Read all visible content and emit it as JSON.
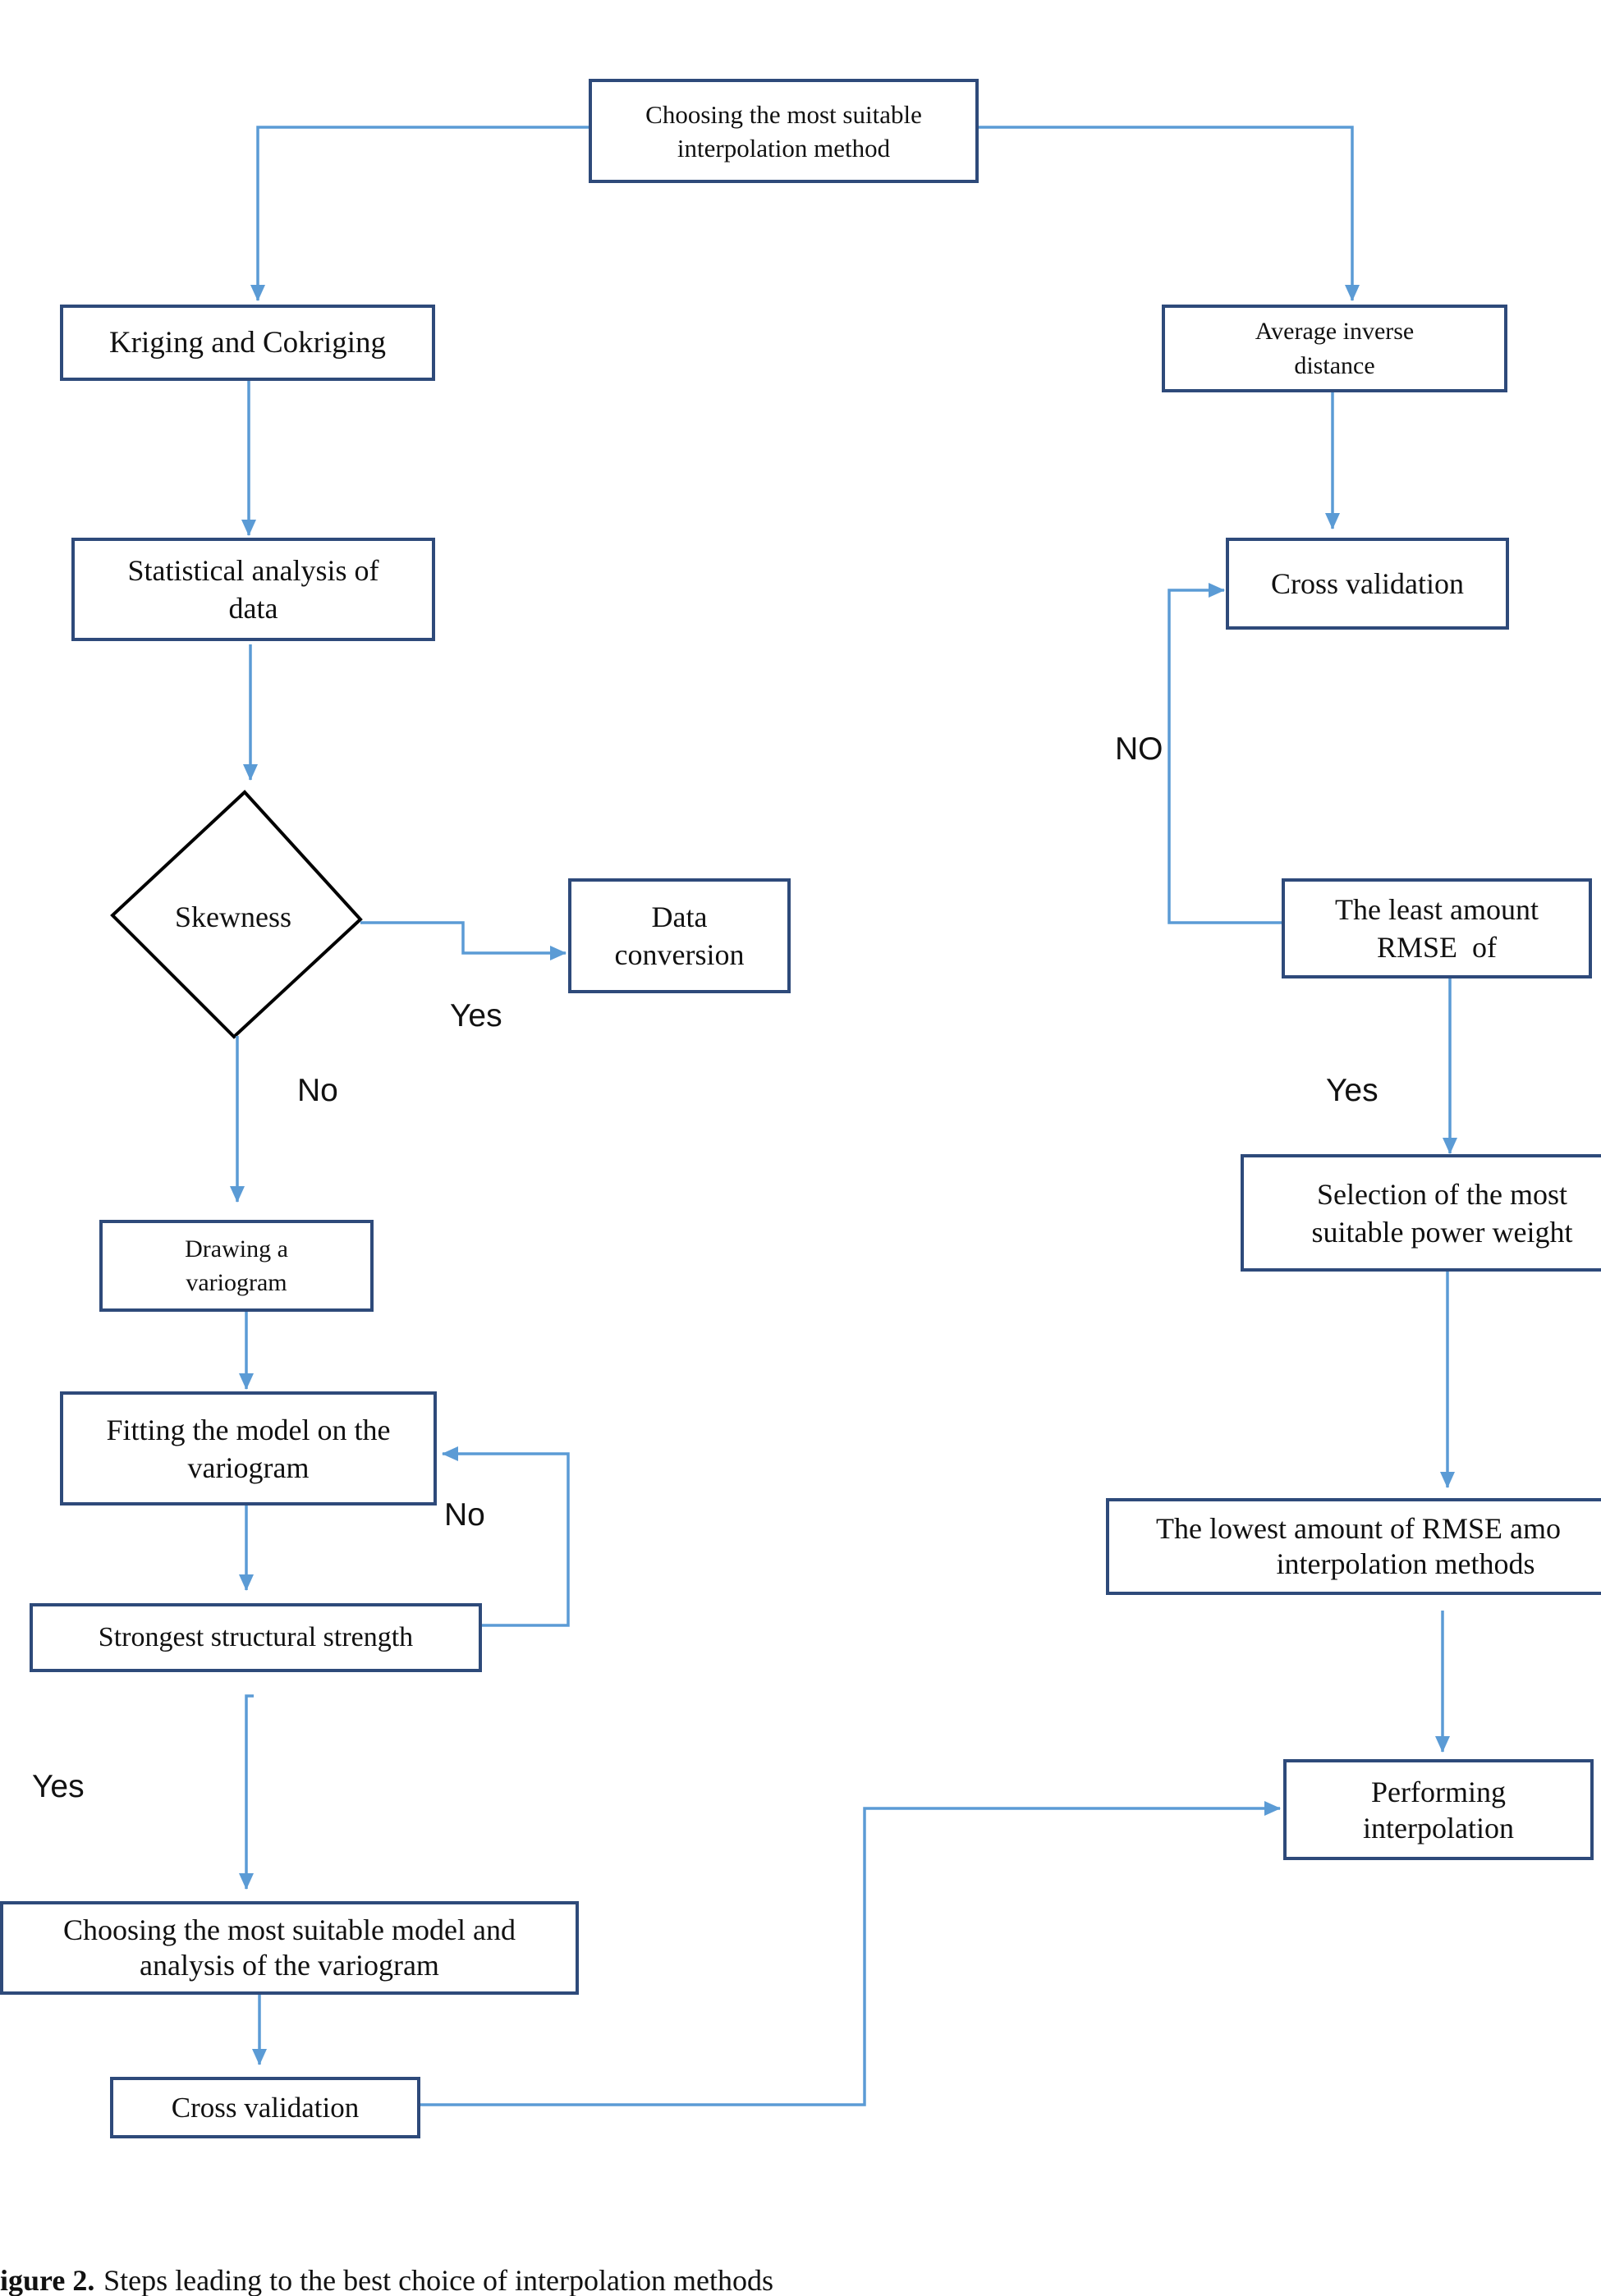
{
  "diagram": {
    "nodes": {
      "start": {
        "lines": [
          "Choosing the most suitable",
          "interpolation method"
        ]
      },
      "kriging": {
        "lines": [
          "Kriging and Cokriging"
        ]
      },
      "idw": {
        "lines": [
          "Average inverse",
          "distance"
        ]
      },
      "statistical_analysis": {
        "lines": [
          "Statistical analysis of",
          "data"
        ]
      },
      "skewness": {
        "lines": [
          "Skewness"
        ]
      },
      "data_conversion": {
        "lines": [
          "Data",
          "conversion"
        ]
      },
      "drawing_variogram": {
        "lines": [
          "Drawing a",
          "variogram"
        ]
      },
      "fitting_model": {
        "lines": [
          "Fitting the model on the",
          "variogram"
        ]
      },
      "structural_strength": {
        "lines": [
          "Strongest structural strength"
        ]
      },
      "choosing_model": {
        "lines": [
          "Choosing the most suitable model and",
          "analysis of the variogram"
        ]
      },
      "cross_validation_kriging": {
        "lines": [
          "Cross validation"
        ]
      },
      "cross_validation_idw": {
        "lines": [
          "Cross validation"
        ]
      },
      "least_rmse": {
        "lines": [
          "The least amount",
          "RMSE  of"
        ]
      },
      "power_weight": {
        "lines": [
          "Selection of the most",
          "suitable power weight"
        ]
      },
      "lowest_rmse": {
        "lines": [
          "The lowest amount of RMSE amo",
          "interpolation methods"
        ]
      },
      "performing_interpolation": {
        "lines": [
          "Performing",
          "interpolation"
        ]
      }
    },
    "edge_labels": {
      "skewness_yes": "Yes",
      "skewness_no": "No",
      "strength_no": "No",
      "strength_yes": "Yes",
      "least_rmse_no": "NO",
      "least_rmse_yes": "Yes"
    }
  },
  "caption": {
    "label": "igure 2.",
    "text": "Steps leading to the best choice of interpolation methods"
  },
  "colors": {
    "connector": "#5B9BD5",
    "box_border": "#2E4A7A",
    "diamond_border": "#000000",
    "text": "#111111"
  }
}
